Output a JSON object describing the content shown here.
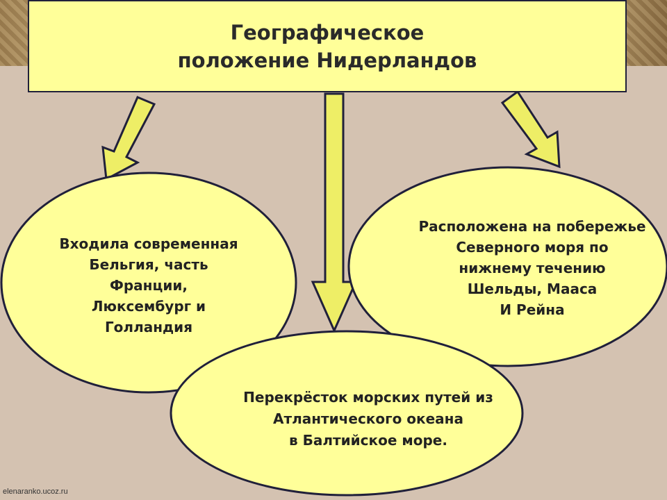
{
  "title": {
    "line1": "Географическое",
    "line2": "положение Нидерландов"
  },
  "nodes": {
    "left": {
      "lines": [
        "Входила современная",
        "Бельгия, часть",
        "Франции,",
        "Люксембург и",
        "Голландия"
      ]
    },
    "right": {
      "lines": [
        "Расположена на побережье",
        "Северного моря по",
        "нижнему течению",
        "Шельды, Мааса",
        "И Рейна"
      ]
    },
    "bottom": {
      "lines": [
        "Перекрёсток морских путей из",
        "Атлантического океана",
        "в Балтийское море."
      ]
    }
  },
  "footer": {
    "watermark": "elenaranko.ucoz.ru"
  },
  "colors": {
    "background": "#d4c2b1",
    "box_fill": "#ffff99",
    "arrow_fill": "#eeee66",
    "outline": "#20203a"
  }
}
